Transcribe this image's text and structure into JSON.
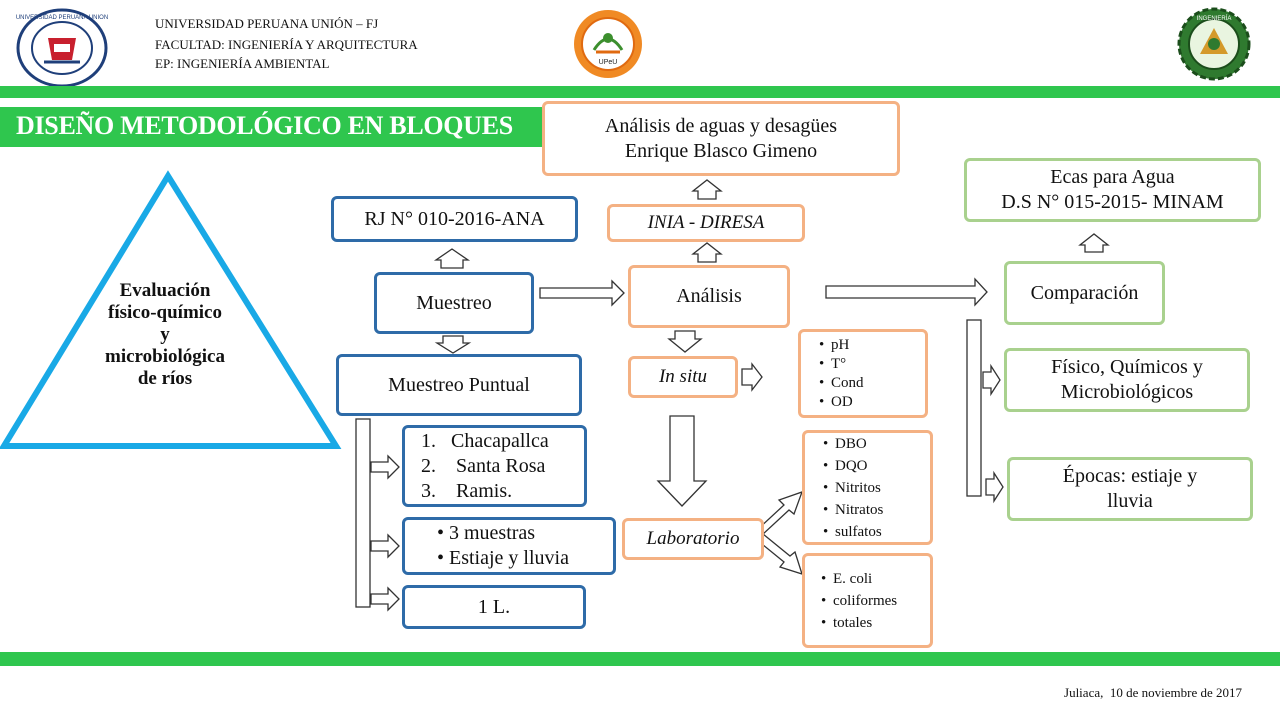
{
  "header": {
    "line1": "UNIVERSIDAD PERUANA UNIÓN – FJ",
    "line2": "FACULTAD: INGENIERÍA Y ARQUITECTURA",
    "line3": "EP: INGENIERÍA AMBIENTAL",
    "logo_left_text": "UNIVERSIDAD PERUANA UNION",
    "logo_center_text": "UPeU",
    "logo_right_text": "INGENIERÍA"
  },
  "colors": {
    "green_bar": "#2fc64e",
    "blue": "#2e6ba8",
    "orange": "#f4b183",
    "light_green": "#a9d18e",
    "triangle": "#19a9e6"
  },
  "title": "DISEÑO METODOLÓGICO EN BLOQUES",
  "triangle": {
    "lines": [
      "Evaluación",
      "físico-químico",
      "y",
      "microbiológica",
      "de ríos"
    ]
  },
  "blocks": {
    "rj": "RJ N° 010-2016-ANA",
    "muestreo": "Muestreo",
    "muestreo_puntual": "Muestreo Puntual",
    "puntos": [
      "1.   Chacapallca",
      "2.    Santa Rosa",
      "3.    Ramis."
    ],
    "muestras": [
      "3 muestras",
      "Estiaje y lluvia"
    ],
    "volumen": "1 L.",
    "ref_line1": "Análisis de aguas y desagües",
    "ref_line2": "Enrique Blasco Gimeno",
    "inia": "INIA - DIRESA",
    "analisis": "Análisis",
    "in_situ": "In situ",
    "laboratorio": "Laboratorio",
    "insitu_params": [
      "pH",
      "T°",
      "Cond",
      "OD"
    ],
    "lab_params": [
      "DBO",
      "DQO",
      "Nitritos",
      "Nitratos",
      "sulfatos"
    ],
    "micro_params": [
      "E. coli",
      "coliformes",
      "totales"
    ],
    "ecas_line1": "Ecas para Agua",
    "ecas_line2": "D.S N° 015-2015- MINAM",
    "comparacion": "Comparación",
    "fisico_line1": "Físico, Químicos y",
    "fisico_line2": "Microbiológicos",
    "epocas_line1": "Épocas: estiaje y",
    "epocas_line2": "lluvia"
  },
  "footer": "Juliaca,  10 de noviembre de 2017"
}
